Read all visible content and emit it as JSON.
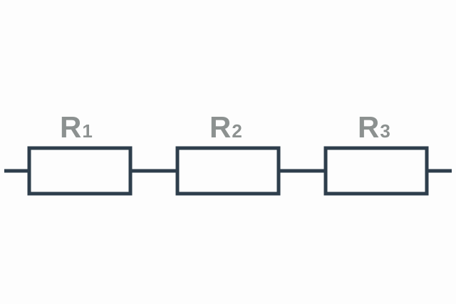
{
  "diagram": {
    "type": "series-resistor-circuit",
    "colors": {
      "wire": "#2e3e4c",
      "label": "#8c9190",
      "background": "#fdfdfd"
    },
    "resistors": [
      {
        "letter": "R",
        "subscript": "1"
      },
      {
        "letter": "R",
        "subscript": "2"
      },
      {
        "letter": "R",
        "subscript": "3"
      }
    ]
  }
}
